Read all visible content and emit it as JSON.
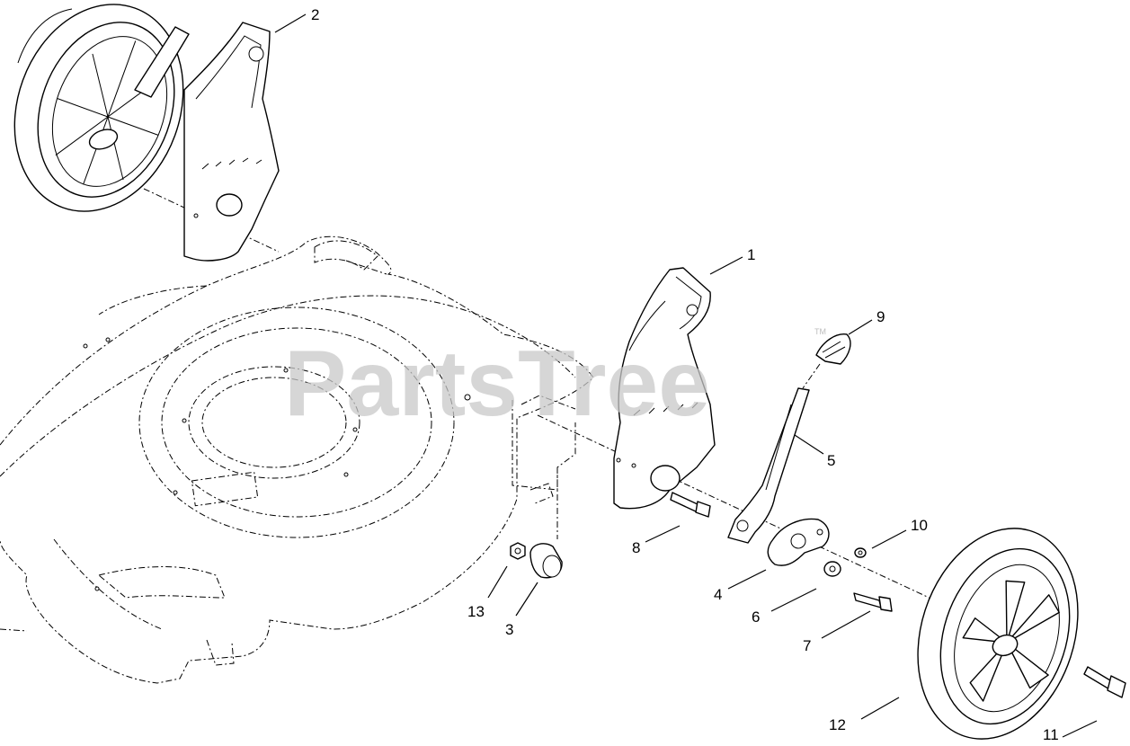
{
  "watermark": {
    "text": "PartsTree",
    "trademark": "TM"
  },
  "callouts": [
    "1",
    "2",
    "3",
    "4",
    "5",
    "6",
    "7",
    "8",
    "9",
    "10",
    "11",
    "12",
    "13"
  ]
}
